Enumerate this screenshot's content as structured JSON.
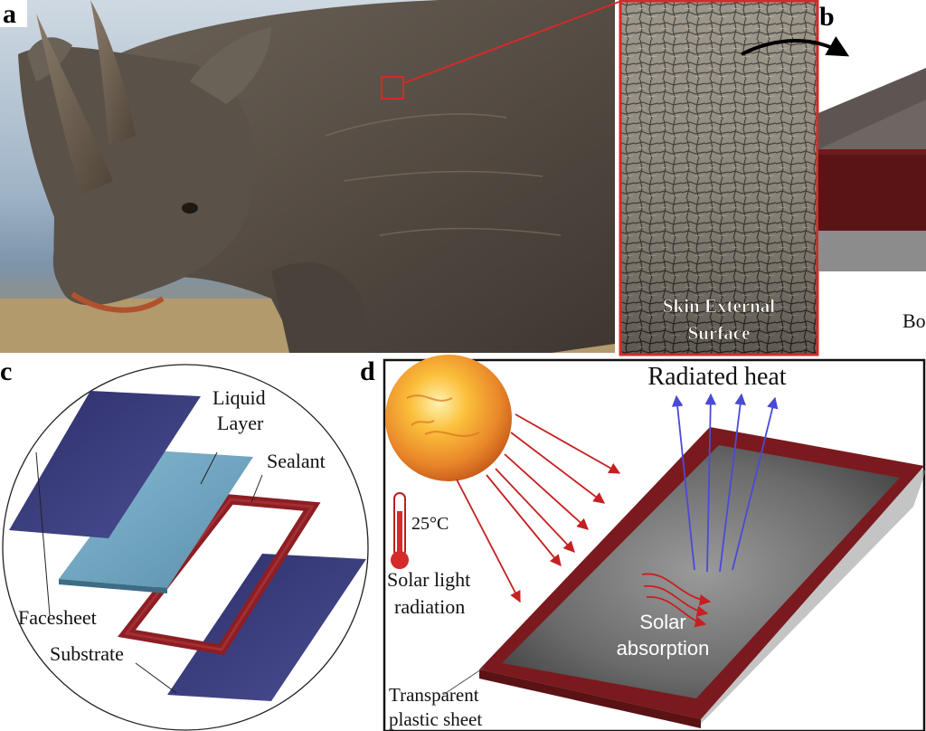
{
  "panels": {
    "a": "a",
    "b": "b",
    "c": "c",
    "d": "d"
  },
  "panel_a": {
    "inset_caption_line1": "Skin External",
    "inset_caption_line2": "Surface"
  },
  "panel_b": {
    "partial_label": "Bo"
  },
  "panel_c": {
    "liquid_layer_line1": "Liquid",
    "liquid_layer_line2": "Layer",
    "sealant": "Sealant",
    "facesheet": "Facesheet",
    "substrate": "Substrate"
  },
  "panel_d": {
    "radiated_heat": "Radiated heat",
    "temperature": "25°C",
    "solar_radiation_line1": "Solar light",
    "solar_radiation_line2": "radiation",
    "solar_absorption_line1": "Solar",
    "solar_absorption_line2": "absorption",
    "plastic_sheet_line1": "Transparent",
    "plastic_sheet_line2": "plastic sheet"
  },
  "colors": {
    "highlight_red": "#d42a2a",
    "arrow_red": "#c62020",
    "heat_blue": "#4a4ad8",
    "panel_navy": "#3c3f7e",
    "liquid_blue": "#6aa1bd",
    "sealant_red": "#8c1e24"
  }
}
